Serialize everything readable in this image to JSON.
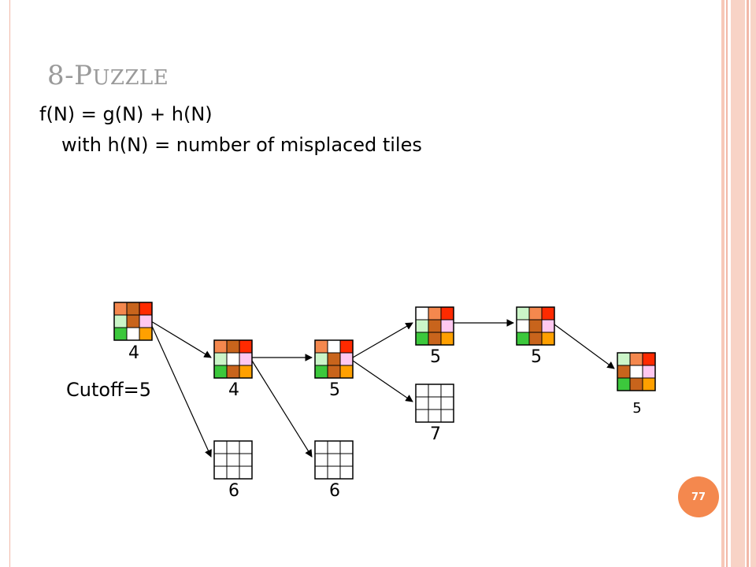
{
  "slide": {
    "title_first": "8-P",
    "title_rest": "UZZLE",
    "formula": "f(N) = g(N) + h(N)",
    "formula_note": "with h(N) = number of misplaced tiles",
    "cutoff_label": "Cutoff=5",
    "slide_number": "77"
  },
  "colors": {
    "accent": "#f4884e",
    "title_gray": "#9a9a9a",
    "border_pink": "#f2b8a8",
    "tile_orange": "#f4884e",
    "tile_brown": "#c8641c",
    "tile_red": "#ff2a00",
    "tile_lightgreen": "#cbf5c8",
    "tile_pink": "#ffc8f0",
    "tile_green": "#3cc83c",
    "tile_gold": "#ffa000",
    "tile_blank": "#ffffff"
  },
  "search_tree": {
    "nodes": [
      {
        "id": "root",
        "f": "4",
        "tiles": [
          "orange",
          "brown",
          "red",
          "lightgreen",
          "brown",
          "pink",
          "green",
          "blank",
          "gold"
        ]
      },
      {
        "id": "n1",
        "f": "4",
        "tiles": [
          "orange",
          "brown",
          "red",
          "lightgreen",
          "blank",
          "pink",
          "green",
          "brown",
          "gold"
        ]
      },
      {
        "id": "n2",
        "f": "6",
        "tiles": null
      },
      {
        "id": "n3",
        "f": "5",
        "tiles": [
          "orange",
          "blank",
          "red",
          "lightgreen",
          "brown",
          "pink",
          "green",
          "brown",
          "gold"
        ]
      },
      {
        "id": "n4",
        "f": "6",
        "tiles": null
      },
      {
        "id": "n5",
        "f": "5",
        "tiles": [
          "blank",
          "orange",
          "red",
          "lightgreen",
          "brown",
          "pink",
          "green",
          "brown",
          "gold"
        ]
      },
      {
        "id": "n6",
        "f": "7",
        "tiles": null
      },
      {
        "id": "n7",
        "f": "5",
        "tiles": [
          "lightgreen",
          "orange",
          "red",
          "blank",
          "brown",
          "pink",
          "green",
          "brown",
          "gold"
        ]
      },
      {
        "id": "n8",
        "f": "5",
        "tiles": [
          "lightgreen",
          "orange",
          "red",
          "brown",
          "blank",
          "pink",
          "green",
          "brown",
          "gold"
        ]
      }
    ],
    "edges": [
      [
        "root",
        "n1"
      ],
      [
        "root",
        "n2"
      ],
      [
        "n1",
        "n3"
      ],
      [
        "n1",
        "n4"
      ],
      [
        "n3",
        "n5"
      ],
      [
        "n3",
        "n6"
      ],
      [
        "n5",
        "n7"
      ],
      [
        "n7",
        "n8"
      ]
    ]
  }
}
